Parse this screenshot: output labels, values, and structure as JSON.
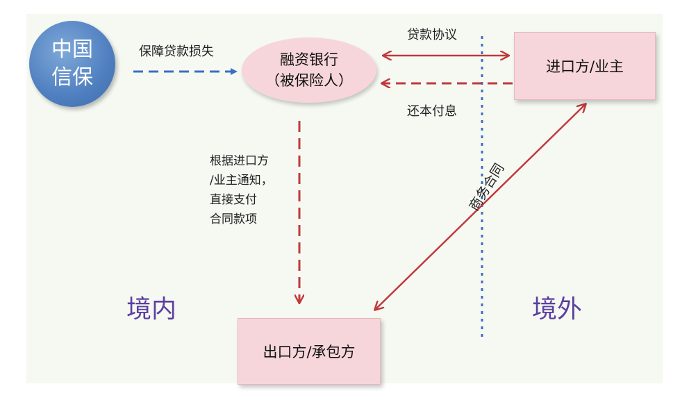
{
  "nodes": {
    "insurer": "中国\n信保",
    "bank_line1": "融资银行",
    "bank_line2": "（被保险人）",
    "importer": "进口方/业主",
    "exporter": "出口方/承包方"
  },
  "edges": {
    "guarantee": "保障贷款损失",
    "loan_agreement": "贷款协议",
    "repayment": "还本付息",
    "payment_line1": "根据进口方",
    "payment_line2": "/业主通知，",
    "payment_line3": "直接支付",
    "payment_line4": "合同款项",
    "commercial_contract": "商务合同"
  },
  "regions": {
    "domestic": "境内",
    "overseas": "境外"
  },
  "colors": {
    "blue_arrow": "#3a6fc4",
    "red_arrow": "#c0393c",
    "region_text": "#5b3fa0"
  }
}
